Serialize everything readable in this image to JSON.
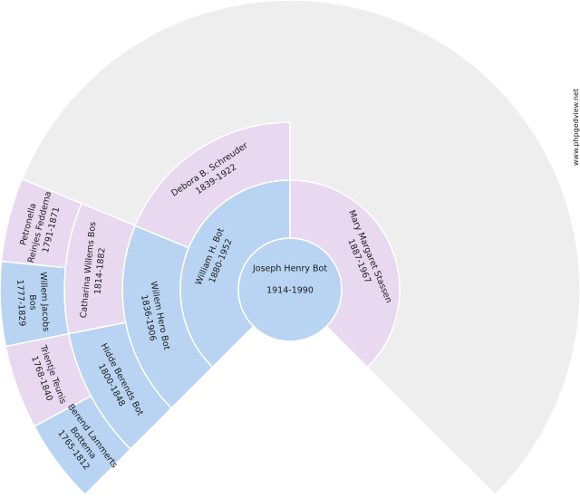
{
  "site": "www.phpgedview.net",
  "colors": {
    "male": "#b8d4f2",
    "female": "#e8d8f0",
    "empty": "#eeeeee",
    "border": "#ffffff"
  },
  "root": {
    "name": "Joseph Henry Bot",
    "years": "1914-1990",
    "sex": "M"
  },
  "ring1": [
    {
      "lines": [
        "William H. Bot",
        "1880-1952"
      ],
      "sex": "M"
    },
    {
      "lines": [
        "Mary Margaret Stassen",
        "1887-1967"
      ],
      "sex": "F"
    }
  ],
  "ring2": [
    {
      "lines": [
        "Willem Hero Bot",
        "1836-1906"
      ],
      "sex": "M"
    },
    {
      "lines": [
        "Debora B. Schreuder",
        "1839-1922"
      ],
      "sex": "F"
    }
  ],
  "ring3": [
    {
      "lines": [
        "Hidde Berends Bot",
        "1800-1848"
      ],
      "sex": "M"
    },
    {
      "lines": [
        "Catharina Willems Bos",
        "1814-1882"
      ],
      "sex": "F"
    }
  ],
  "ring4": [
    {
      "lines": [
        "Berend Lammerts",
        "Bottema",
        "1765-1812"
      ],
      "sex": "M"
    },
    {
      "lines": [
        "Trientje Teunis",
        "1768-1840"
      ],
      "sex": "F"
    },
    {
      "lines": [
        "Willem Jacobs",
        "Bos",
        "1777-1829"
      ],
      "sex": "M"
    },
    {
      "lines": [
        "Petronella",
        "Reinjes Feddema",
        "1791-1871"
      ],
      "sex": "F"
    }
  ]
}
